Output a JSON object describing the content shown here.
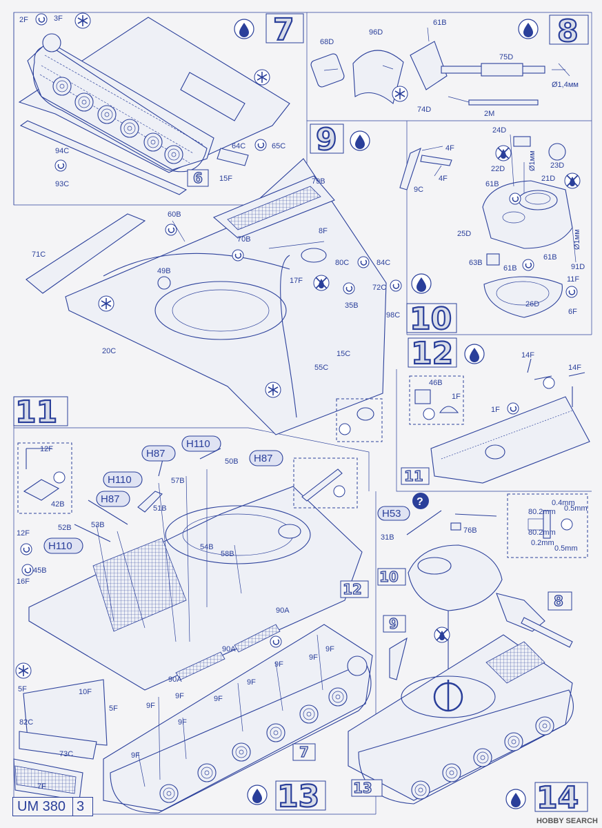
{
  "steps": {
    "s7": "7",
    "s8": "8",
    "s9": "9",
    "s10": "10",
    "s11": "11",
    "s12": "12",
    "s13": "13",
    "s14": "14"
  },
  "small_refs": {
    "r6": "6",
    "r11": "11",
    "r12": "12",
    "r7": "7",
    "r13": "13",
    "r10": "10",
    "r8": "8",
    "r9": "9"
  },
  "parts_step7": {
    "p1": "2F",
    "p2": "3F",
    "p3": "94C",
    "p4": "93C",
    "p5": "64C",
    "p6": "65C"
  },
  "parts_step8": {
    "p1": "68D",
    "p2": "96D",
    "p3": "61B",
    "p4": "75D",
    "p5": "74D",
    "p6": "2M",
    "p7": "Ø1,4мм"
  },
  "parts_step9": {
    "p1": "4F",
    "p2": "4F",
    "p3": "9C"
  },
  "parts_step10": {
    "p1": "24D",
    "p2": "22D",
    "p3": "21D",
    "p4": "23D",
    "p5": "61B",
    "p6": "25D",
    "p7": "63B",
    "p8": "61B",
    "p9": "61B",
    "p10": "91D",
    "p11": "11F",
    "p12": "6F",
    "p13": "26D",
    "p14": "Ø1мм",
    "p15": "Ø1мм"
  },
  "parts_hull": {
    "p1": "15F",
    "p2": "79B",
    "p3": "60B",
    "p4": "8F",
    "p5": "71C",
    "p6": "70B",
    "p7": "80C",
    "p8": "84C",
    "p9": "49B",
    "p10": "17F",
    "p11": "72C",
    "p12": "35B",
    "p13": "98C",
    "p14": "20C",
    "p15": "15C",
    "p16": "55C"
  },
  "parts_step11": {
    "p1": "12F",
    "p2": "42B",
    "p3": "57B",
    "p4": "50B",
    "p5": "51B",
    "p6": "52B",
    "p7": "53B",
    "p8": "12F",
    "p9": "45B",
    "p10": "16F",
    "p11": "54B",
    "p12": "58B",
    "p13": "90A",
    "p14": "90A",
    "p15": "90A",
    "p16": "9F",
    "p17": "5F",
    "p18": "10F",
    "p19": "5F",
    "p20": "82C",
    "p21": "73C",
    "p22": "7F"
  },
  "parts_step12": {
    "p1": "46B",
    "p2": "1F",
    "p3": "1F",
    "p4": "14F",
    "p5": "14F"
  },
  "parts_step14": {
    "p1": "31B",
    "p2": "76B",
    "p3": "0.4mm",
    "p4": "0.5mm",
    "p5": "80.2mm",
    "p6": "80.2mm",
    "p7": "0.2mm",
    "p8": "0.5mm"
  },
  "paint_refs": {
    "h87a": "H87",
    "h110a": "H110",
    "h87b": "H87",
    "h110b": "H110",
    "h87c": "H87",
    "h110c": "H110",
    "h53": "H53"
  },
  "footer": {
    "code": "UM 380",
    "page": "3"
  },
  "watermark": "HOBBY SEARCH",
  "colors": {
    "ink": "#2a3f9a",
    "paper": "#f4f4f6"
  }
}
